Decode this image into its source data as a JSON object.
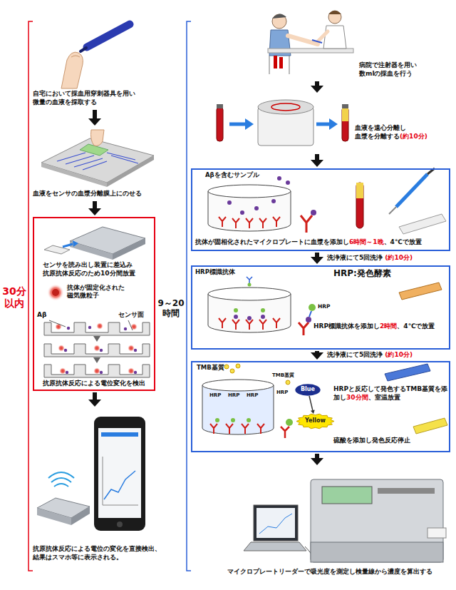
{
  "diagram": {
    "nodes": [
      {
        "text": [
          "自宅において採血用穿刺器具を用い 微量の血液を採取する"
        ]
      },
      {
        "text": [
          "血液をセンサの血漿分離膜上にのせる"
        ]
      },
      {
        "text": [
          "センサを読み出し装置に差込み 抗原抗体反応のため10分間放置",
          "抗体が固定化された 磁気微粒子",
          "Aβ",
          "センサ面",
          "抗原抗体反応による電位変化を検出"
        ]
      },
      {
        "text": [
          "抗原抗体反応による電位の変化を直接検出、 結果はスマホ等に表示される。"
        ]
      },
      {
        "text": [
          "病院で注射器を用い 数mlの採血を行う"
        ]
      },
      {
        "text": [
          "血液を遠心分離し 血漿を分離する",
          "(約10分)"
        ]
      },
      {
        "text": [
          "Aβを含むサンプル",
          "抗体が固相化されたマイクロプレートに血漿を添加し",
          "6時間～1晩",
          "、4℃で放置"
        ]
      },
      {
        "text": [
          "HRP標識抗体",
          "HRP:発色酵素",
          "HRP",
          "HRP標識抗体を添加し",
          "2時間",
          "、4℃で放置"
        ]
      },
      {
        "text": [
          "TMB基質",
          "HRP",
          "HRP",
          "HRP",
          "TMB基質",
          "HRP",
          "HRPと反応して発色するTMB基質を添加し",
          "30分間",
          "、室温放置",
          "硫酸を添加し発色反応停止"
        ]
      },
      {
        "text": [
          "Blue"
        ],
        "in": 8
      },
      {
        "text": [
          "Yellow"
        ],
        "in": 8
      },
      {
        "text": [
          "マイクロプレートリーダーで吸光度を測定し検量線から濃度を算出する"
        ]
      }
    ],
    "edges": [
      {
        "from": 0,
        "to": 1,
        "arrow": "to"
      },
      {
        "from": 1,
        "to": 2,
        "arrow": "to"
      },
      {
        "from": 2,
        "to": 3,
        "arrow": "to"
      },
      {
        "from": 4,
        "to": 5,
        "arrow": "to"
      },
      {
        "from": 5,
        "to": 6,
        "arrow": "to"
      },
      {
        "from": 6,
        "to": 7,
        "arrow": "to",
        "label": "洗浄液にて5回洗浄"
      },
      {
        "from": 7,
        "to": 8,
        "arrow": "to",
        "label": "洗浄液にて5回洗浄"
      },
      {
        "from": 9,
        "to": 10,
        "arrow": "to"
      },
      {
        "from": 8,
        "to": 11,
        "arrow": "to"
      }
    ],
    "labels": [
      "30分 以内",
      "9～20 時間",
      "(約10分)",
      "(約10分)"
    ]
  }
}
